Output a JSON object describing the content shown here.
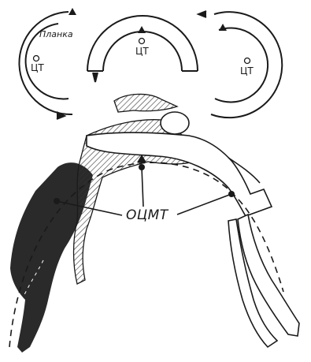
{
  "labels": {
    "bar": "Планка",
    "cg_left": "ЦТ",
    "cg_center": "ЦТ",
    "cg_right": "ЦТ",
    "common_cg": "ОЦМТ"
  },
  "colors": {
    "ink": "#1a1a1a",
    "dark_fill": "#2a2a2a",
    "paper": "#ffffff"
  }
}
